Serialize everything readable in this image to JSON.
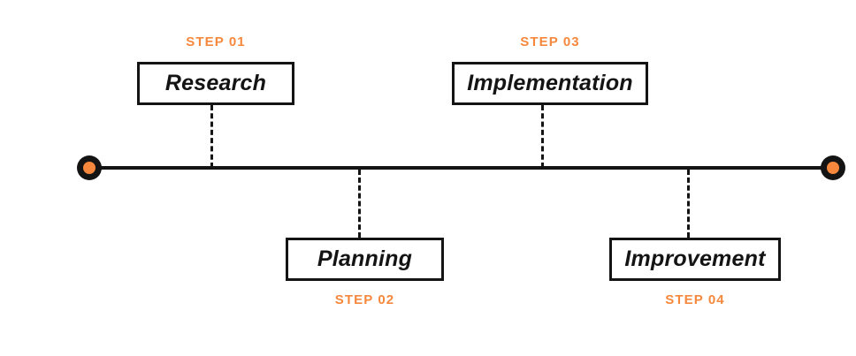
{
  "diagram": {
    "type": "horizontal-timeline",
    "title": "",
    "colors": {
      "accent": "#F5883C",
      "line": "#141414",
      "box_border": "#141414",
      "box_fill": "#FFFFFF",
      "background": "#FFFFFF",
      "label_text": "#141414"
    },
    "axis": {
      "start_marker": "circle-marker",
      "end_marker": "circle-marker"
    },
    "steps": [
      {
        "caption": "STEP 01",
        "label": "Research",
        "position": "above",
        "order": 1
      },
      {
        "caption": "STEP 02",
        "label": "Planning",
        "position": "below",
        "order": 2
      },
      {
        "caption": "STEP 03",
        "label": "Implementation",
        "position": "above",
        "order": 3
      },
      {
        "caption": "STEP 04",
        "label": "Improvement",
        "position": "below",
        "order": 4
      }
    ]
  }
}
